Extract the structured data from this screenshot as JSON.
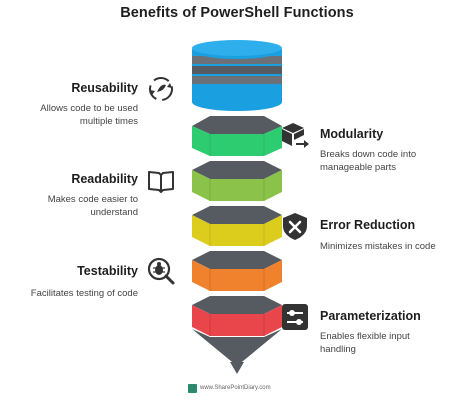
{
  "title": "Benefits of PowerShell Functions",
  "colors": {
    "blue": "#1a9fe0",
    "green": "#2ecc71",
    "lime": "#8bc34a",
    "yellow": "#dccd1c",
    "orange": "#f0822d",
    "red": "#e8464a",
    "dark": "#555b60",
    "stripe": "#6b7176"
  },
  "items": [
    {
      "title": "Reusability",
      "desc_lines": [
        "Allows code to be used",
        "multiple times"
      ],
      "icon": "recycle-icon"
    },
    {
      "title": "Modularity",
      "desc_lines": [
        "Breaks down code into",
        "manageable parts"
      ],
      "icon": "cube-arrow-icon"
    },
    {
      "title": "Readability",
      "desc_lines": [
        "Makes code easier to",
        "understand"
      ],
      "icon": "open-book-icon"
    },
    {
      "title": "Error Reduction",
      "desc_lines": [
        "Minimizes mistakes in code"
      ],
      "icon": "x-shield-icon"
    },
    {
      "title": "Testability",
      "desc_lines": [
        "Facilitates testing of code"
      ],
      "icon": "bug-magnifier-icon"
    },
    {
      "title": "Parameterization",
      "desc_lines": [
        "Enables flexible input",
        "handling"
      ],
      "icon": "sliders-icon"
    }
  ],
  "footer": {
    "text": "www.SharePointDiary.com"
  }
}
